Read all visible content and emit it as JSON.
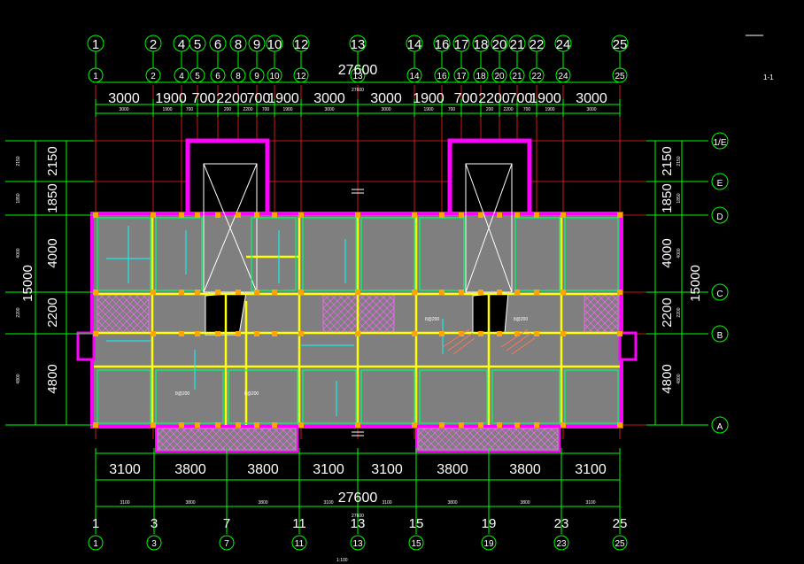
{
  "colors": {
    "background": "#000000",
    "axis_red": "#ff2020",
    "dim_green": "#00ff00",
    "slab_gray": "#7f7f7f",
    "wall_magenta": "#ff00ff",
    "beam_yellow": "#ffff00",
    "column_orange": "#ffa500",
    "rebar_cyan": "#00ffff",
    "text_white": "#ffffff"
  },
  "title_right": "1-1",
  "top": {
    "axis_labels": [
      "1",
      "2",
      "4",
      "5",
      "6",
      "8",
      "9",
      "10",
      "12",
      "13",
      "14",
      "16",
      "17",
      "18",
      "20",
      "21",
      "22",
      "24",
      "25"
    ],
    "bubble_labels": [
      "1",
      "2",
      "4",
      "5",
      "6",
      "8",
      "9",
      "10",
      "12",
      "13",
      "14",
      "16",
      "17",
      "18",
      "20",
      "21",
      "22",
      "24",
      "25"
    ],
    "overall": "27600",
    "overall_small": "27600",
    "dims": [
      "3000",
      "1900",
      "700",
      "2200",
      "700",
      "1900",
      "3000",
      "3000",
      "1900",
      "700",
      "2200",
      "700",
      "1900",
      "3000"
    ],
    "dims_small": [
      "3000",
      "1900",
      "700",
      "200",
      "2200",
      "700",
      "1900",
      "3000",
      "3000",
      "1900",
      "700",
      "200",
      "2200",
      "700",
      "1900",
      "3000"
    ]
  },
  "bottom": {
    "dims": [
      "3100",
      "3800",
      "3800",
      "3100",
      "3100",
      "3800",
      "3800",
      "3100"
    ],
    "dims_small": [
      "3100",
      "3800",
      "3800",
      "3100",
      "3100",
      "3800",
      "3800",
      "3100"
    ],
    "overall": "27600",
    "overall_small": "27600",
    "axis_labels": [
      "1",
      "3",
      "7",
      "11",
      "13",
      "15",
      "19",
      "23",
      "25"
    ],
    "bubble_labels": [
      "1",
      "3",
      "7",
      "11",
      "13",
      "15",
      "19",
      "23",
      "25"
    ],
    "caption": "1:100"
  },
  "right": {
    "rows": [
      "1/E",
      "E",
      "D",
      "C",
      "B",
      "A"
    ],
    "dims": [
      "2150",
      "1850",
      "4000",
      "2200",
      "4800"
    ],
    "dims_small": [
      "2150",
      "1850",
      "4000",
      "2200",
      "4800"
    ],
    "overall": "15000"
  },
  "left": {
    "dims": [
      "2150",
      "1850",
      "4000",
      "2200",
      "4800"
    ],
    "dims_small": [
      "2150",
      "1850",
      "4000",
      "2200",
      "4800"
    ],
    "overall": "15000"
  },
  "notes": [
    "8@200",
    "8@200",
    "8@200",
    "8@200"
  ]
}
